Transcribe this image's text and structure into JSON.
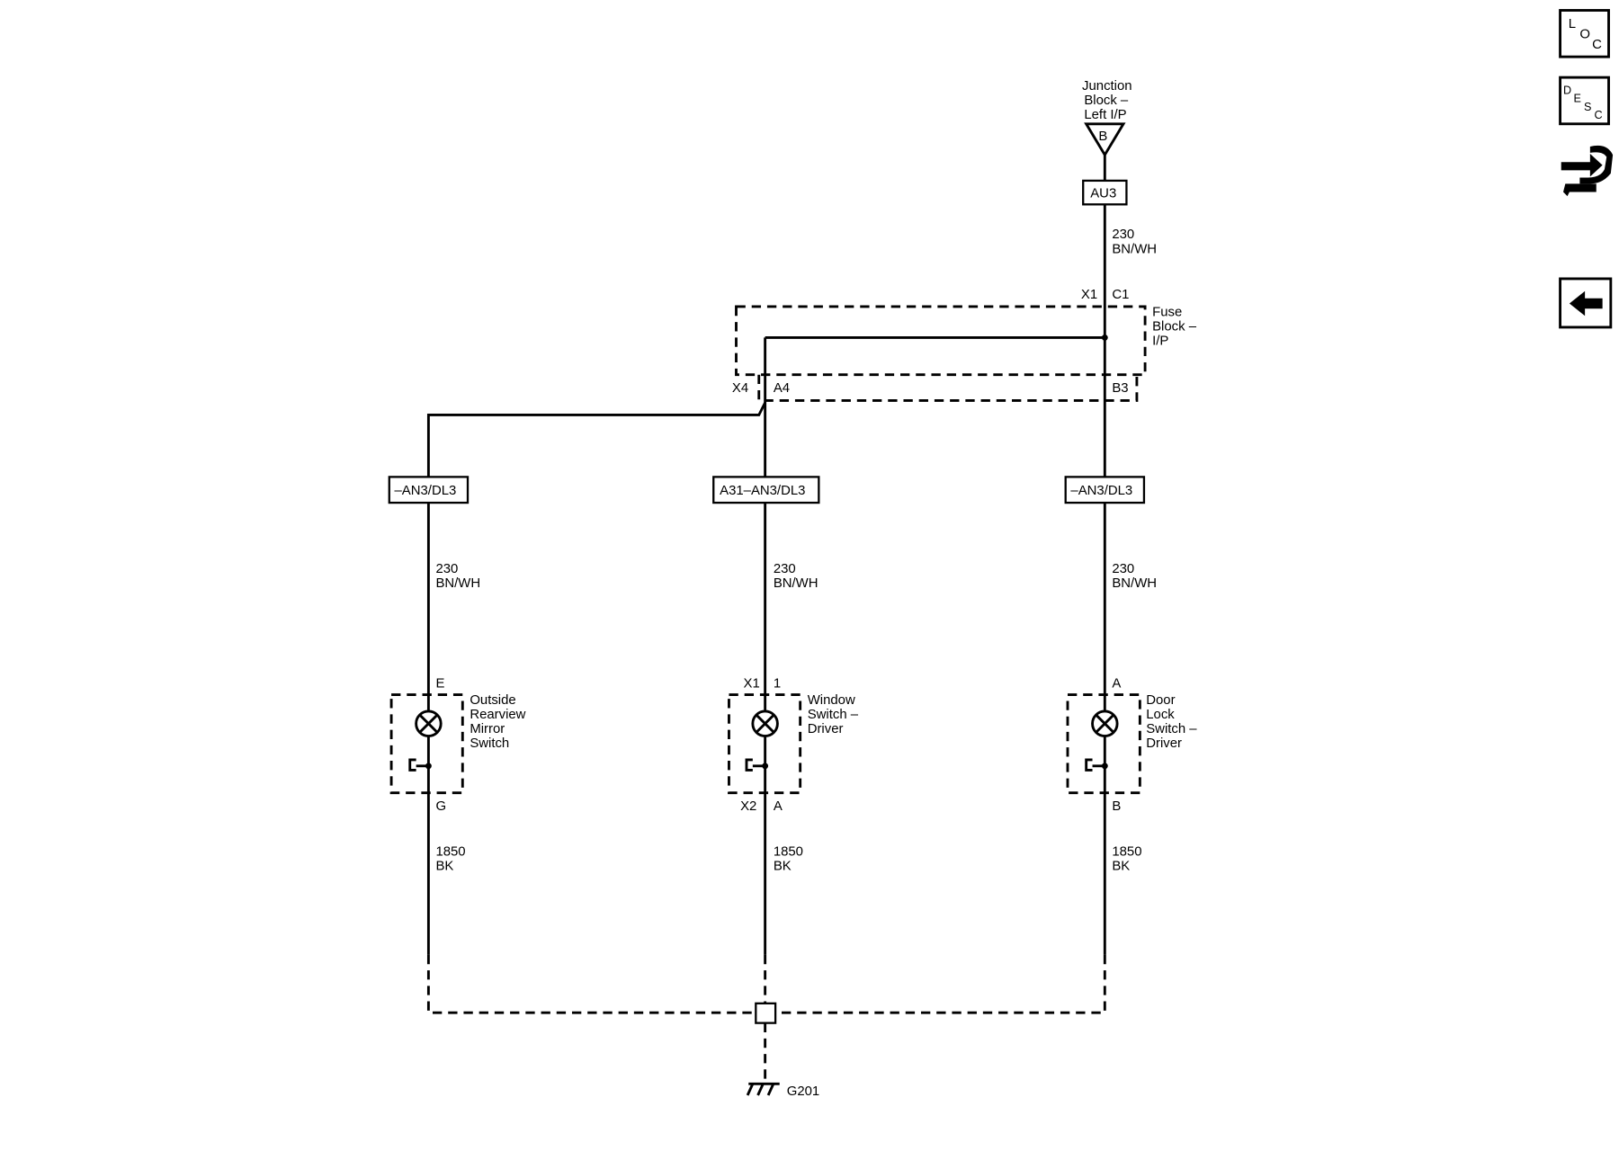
{
  "nav": {
    "loc": {
      "letters": [
        "L",
        "O",
        "C"
      ]
    },
    "desc": {
      "letters": [
        "D",
        "E",
        "S",
        "C"
      ]
    },
    "connector_icon": "connector-end-view-icon",
    "back_icon": "back-arrow-icon"
  },
  "source": {
    "name_lines": [
      "Junction",
      "Block –",
      "Left I/P"
    ],
    "terminal": "B",
    "splice": "AU3"
  },
  "feed_wire": {
    "circuit": "230",
    "color": "BN/WH"
  },
  "fuse_block": {
    "name_lines": [
      "Fuse",
      "Block –",
      "I/P"
    ],
    "x1_connector": "X1",
    "x1_pin": "C1",
    "x4_connector": "X4",
    "x4_pin": "A4",
    "b3_pin": "B3"
  },
  "options": {
    "left": "–AN3/DL3",
    "center": "A31–AN3/DL3",
    "right": "–AN3/DL3"
  },
  "branches": [
    {
      "supply_circuit": "230",
      "supply_color": "BN/WH",
      "top_connector": "",
      "top_pin": "E",
      "name_lines": [
        "Outside",
        "Rearview",
        "Mirror",
        "Switch"
      ],
      "bottom_connector": "",
      "bottom_pin": "G",
      "ground_circuit": "1850",
      "ground_color": "BK"
    },
    {
      "supply_circuit": "230",
      "supply_color": "BN/WH",
      "top_connector": "X1",
      "top_pin": "1",
      "name_lines": [
        "Window",
        "Switch –",
        "Driver"
      ],
      "bottom_connector": "X2",
      "bottom_pin": "A",
      "ground_circuit": "1850",
      "ground_color": "BK"
    },
    {
      "supply_circuit": "230",
      "supply_color": "BN/WH",
      "top_connector": "",
      "top_pin": "A",
      "name_lines": [
        "Door",
        "Lock",
        "Switch –",
        "Driver"
      ],
      "bottom_connector": "",
      "bottom_pin": "B",
      "ground_circuit": "1850",
      "ground_color": "BK"
    }
  ],
  "ground": {
    "label": "G201"
  }
}
